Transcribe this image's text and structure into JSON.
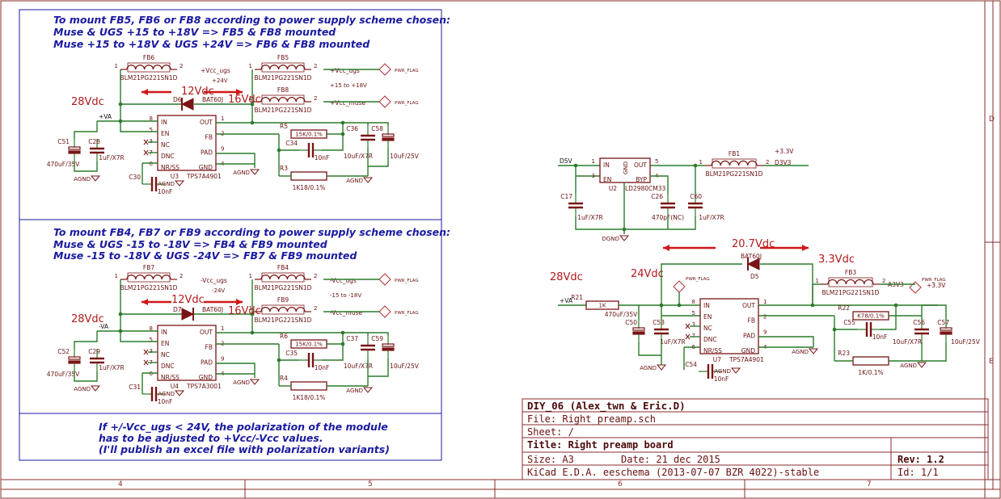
{
  "notes": {
    "top": [
      "To mount FB5, FB6 or FB8 according to power supply scheme chosen:",
      "Muse & UGS +15 to +18V => FB5 & FB8 mounted",
      "Muse +15 to +18V & UGS +24V => FB6 & FB8 mounted"
    ],
    "middle": [
      "To mount FB4, FB7 or FB9 according to power supply scheme chosen:",
      "Muse & UGS -15 to -18V => FB4 & FB9 mounted",
      "Muse -15 to -18V & UGS -24V => FB7 & FB9 mounted"
    ],
    "bottom": [
      "If +/-Vcc_ugs < 24V, the polarization of the module",
      "has to be adjusted to +Vcc/-Vcc values.",
      "(I'll publish an excel file with polarization variants)"
    ]
  },
  "voltage_labels": {
    "v28_top": "28Vdc",
    "v12_top": "12Vdc",
    "v16_top": "16Vdc",
    "v28_mid": "28Vdc",
    "v12_mid": "12Vdc",
    "v16_mid": "16Vdc",
    "v20_7": "20.7Vdc",
    "v3_3": "3.3Vdc",
    "v28_right": "28Vdc",
    "v24_right": "24Vdc"
  },
  "title_block": {
    "project": "DIY_06 (Alex_twn & Eric.D)",
    "file": "File: Right_preamp.sch",
    "sheet": "Sheet: /",
    "title": "Title: Right preamp board",
    "size": "Size: A3",
    "date": "Date: 21 dec 2015",
    "rev": "Rev: 1.2",
    "tool": "KiCad E.D.A.  eeschema (2013-07-07 BZR 4022)-stable",
    "id": "Id: 1/1"
  },
  "ruler": {
    "bottom": [
      "4",
      "5",
      "6",
      "7"
    ],
    "right": [
      "D",
      "E"
    ]
  },
  "colors": {
    "wire": "#2a7a2a",
    "part": "#7a1414",
    "text": "#6b1010",
    "note": "#1a1aa0",
    "arrow": "#d01818",
    "frame": "#8a2b2b",
    "flag": "#b03030"
  },
  "top_circuit": {
    "fb6": {
      "ref": "FB6",
      "value": "BLM21PG221SN1D",
      "net": "+Vcc_ugs",
      "volt": "+24V"
    },
    "fb5": {
      "ref": "FB5",
      "value": "BLM21PG221SN1D",
      "net": "+Vcc_ugs",
      "volt": "+15 to +18V"
    },
    "fb8": {
      "ref": "FB8",
      "value": "BLM21PG221SN1D",
      "net": "+Vcc_muse"
    },
    "d6": {
      "ref": "D6",
      "value": "BAT60J"
    },
    "u3": {
      "ref": "U3",
      "value": "TPS7A4901",
      "pins_left": [
        "IN",
        "EN",
        "NC",
        "DNC",
        "NR/SS"
      ],
      "pins_right": [
        "OUT",
        "FB",
        "PAD",
        "GND"
      ]
    },
    "r5": {
      "ref": "R5",
      "value": "15K/0.1%"
    },
    "r3": {
      "ref": "R3",
      "value": "1K18/0.1%"
    },
    "c34": {
      "ref": "C34",
      "value": "10nF"
    },
    "c36": {
      "ref": "C36",
      "value": "10uF/X7R"
    },
    "c58": {
      "ref": "C58",
      "value": "10uF/25V"
    },
    "c51": {
      "ref": "C51",
      "value": "470uF/35V"
    },
    "c28": {
      "ref": "C28",
      "value": "1uF/X7R"
    },
    "c30": {
      "ref": "C30",
      "value": "10nF"
    },
    "in_net": "+VA",
    "gnd": "AGND",
    "pwr_flag": "PWR_FLAG"
  },
  "mid_circuit": {
    "fb7": {
      "ref": "FB7",
      "value": "BLM21PG221SN1D",
      "net": "-Vcc_ugs",
      "volt": "-24V"
    },
    "fb4": {
      "ref": "FB4",
      "value": "BLM21PG221SN1D",
      "net": "-Vcc_ugs",
      "volt": "-15 to -18V"
    },
    "fb9": {
      "ref": "FB9",
      "value": "BLM21PG221SN1D",
      "net": "-Vcc_muse"
    },
    "d7": {
      "ref": "D7",
      "value": "BAT60J"
    },
    "u4": {
      "ref": "U4",
      "value": "TPS7A3001",
      "pins_left": [
        "IN",
        "EN",
        "NC",
        "DNC",
        "NR/SS"
      ],
      "pins_right": [
        "OUT",
        "FB",
        "PAD",
        "GND"
      ]
    },
    "r6": {
      "ref": "R6",
      "value": "15K/0.1%"
    },
    "r4": {
      "ref": "R4",
      "value": "1K18/0.1%"
    },
    "c35": {
      "ref": "C35",
      "value": "10nF"
    },
    "c37": {
      "ref": "C37",
      "value": "10uF/X7R"
    },
    "c59": {
      "ref": "C59",
      "value": "10uF/25V"
    },
    "c52": {
      "ref": "C52",
      "value": "470uF/35V"
    },
    "c29": {
      "ref": "C29",
      "value": "1uF/X7R"
    },
    "c31": {
      "ref": "C31",
      "value": "10nF"
    },
    "in_net": "-VA",
    "gnd": "AGND",
    "pwr_flag": "PWR_FLAG"
  },
  "u2_circuit": {
    "u2": {
      "ref": "U2",
      "value": "LD2980CM33",
      "pins_left": [
        "IN",
        "EN"
      ],
      "pins_right": [
        "OUT",
        "BYP"
      ],
      "gnd": "GND"
    },
    "fb1": {
      "ref": "FB1",
      "value": "BLM21PG221SN1D",
      "net": "D3V3",
      "volt": "+3.3V"
    },
    "c17": {
      "ref": "C17",
      "value": "1uF/X7R"
    },
    "c26": {
      "ref": "C26",
      "value": "470pF(NC)"
    },
    "c60": {
      "ref": "C60",
      "value": "1uF/X7R"
    },
    "in_net": "D5V",
    "gnd": "DGND"
  },
  "u7_circuit": {
    "u7": {
      "ref": "U7",
      "value": "TPS7A4901",
      "pins_left": [
        "IN",
        "EN",
        "NC",
        "DNC",
        "NR/SS"
      ],
      "pins_right": [
        "OUT",
        "FB",
        "PAD",
        "GND"
      ]
    },
    "d5": {
      "ref": "D5",
      "value": "BAT60J"
    },
    "fb3": {
      "ref": "FB3",
      "value": "BLM21PG221SN1D",
      "net": "A3V3",
      "volt": "+3.3V"
    },
    "r21": {
      "ref": "R21",
      "value": "1K"
    },
    "r22": {
      "ref": "R22",
      "value": "K78/0.1%"
    },
    "r23": {
      "ref": "R23",
      "value": "1K/0.1%"
    },
    "c50": {
      "ref": "C50",
      "value": "470uF/35V"
    },
    "c53": {
      "ref": "C53",
      "value": "1uF/X7R"
    },
    "c54": {
      "ref": "C54",
      "value": "10nF"
    },
    "c55": {
      "ref": "C55",
      "value": "10nF"
    },
    "c56": {
      "ref": "C56",
      "value": "10uF/X7R"
    },
    "c57": {
      "ref": "C57",
      "value": "10uF/25V"
    },
    "in_net": "+VA",
    "gnd": "AGND",
    "pwr_flag": "PWR_FLAG"
  }
}
